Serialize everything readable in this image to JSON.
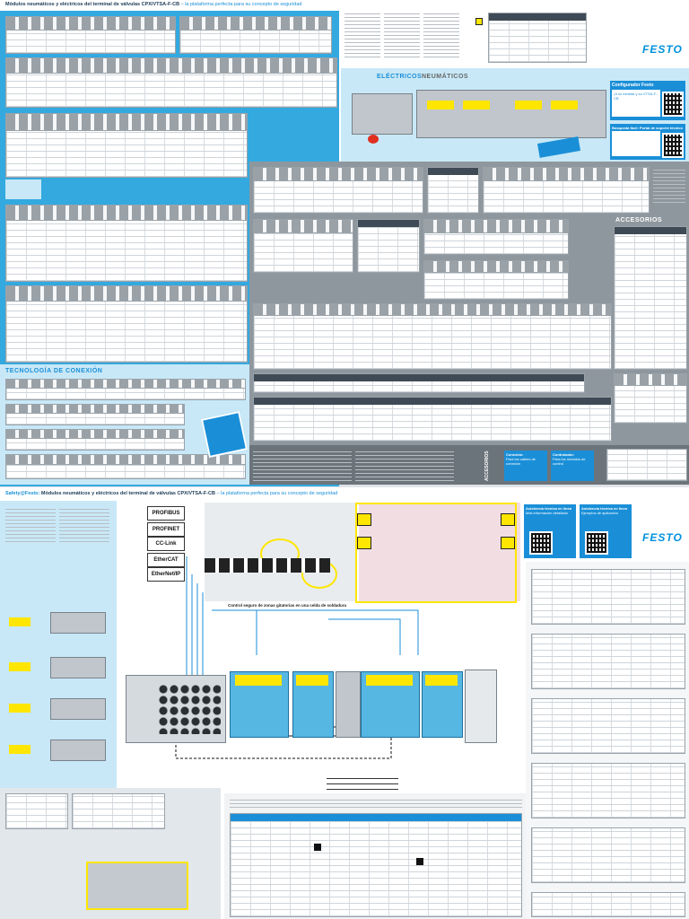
{
  "top_title": {
    "main": "Módulos neumáticos y eléctricos del terminal de válvulas CPX/VTSA-F-CB",
    "sub": " – la plataforma perfecta para su concepto de seguridad"
  },
  "bottom_title": {
    "brand": "Safety@Festo:",
    "main": " Módulos neumáticos y eléctricos del terminal de válvulas CPX/VTSA-F-CB",
    "sub": " – la plataforma perfecta para su concepto de seguridad"
  },
  "logo": "FESTO",
  "sections": {
    "electricos": "ELÉCTRICOS",
    "neumaticos": "NEUMÁTICOS",
    "accesorios": "ACCESORIOS",
    "accesorios_vertical": "ACCESORIOS",
    "conexion": "TECNOLOGÍA DE CONEXIÓN"
  },
  "promo": {
    "configurator_title": "Configurador Festo",
    "configurator_line": "¡A su medida y su VTSA-F-CB",
    "search_title": "Búsqueda fácil: Portal de soporte técnico",
    "conexion_title": "Conexión:",
    "conexion_text": "Para los cables de conexión",
    "controlador_title": "Controlador:",
    "controlador_text": "Para los módulos de control"
  },
  "bottom_promo": {
    "tech_title": "Asistencia técnica en línea",
    "tech_text": "Más información detallada",
    "tech_title2": "Asistencia técnica en línea",
    "tech_text2": "Ejemplos de aplicación"
  },
  "protocols": [
    "PROFIBUS",
    "PROFINET",
    "CC-Link",
    "EtherCAT",
    "EtherNet/IP"
  ],
  "diagram_caption": "Control seguro de zonas gitatorias en una celda de soldadura",
  "colors": {
    "accent": "#1a8fd8",
    "band": "#33a9e0",
    "safety_yellow": "#ffe600",
    "dark_band": "#6c747b"
  }
}
